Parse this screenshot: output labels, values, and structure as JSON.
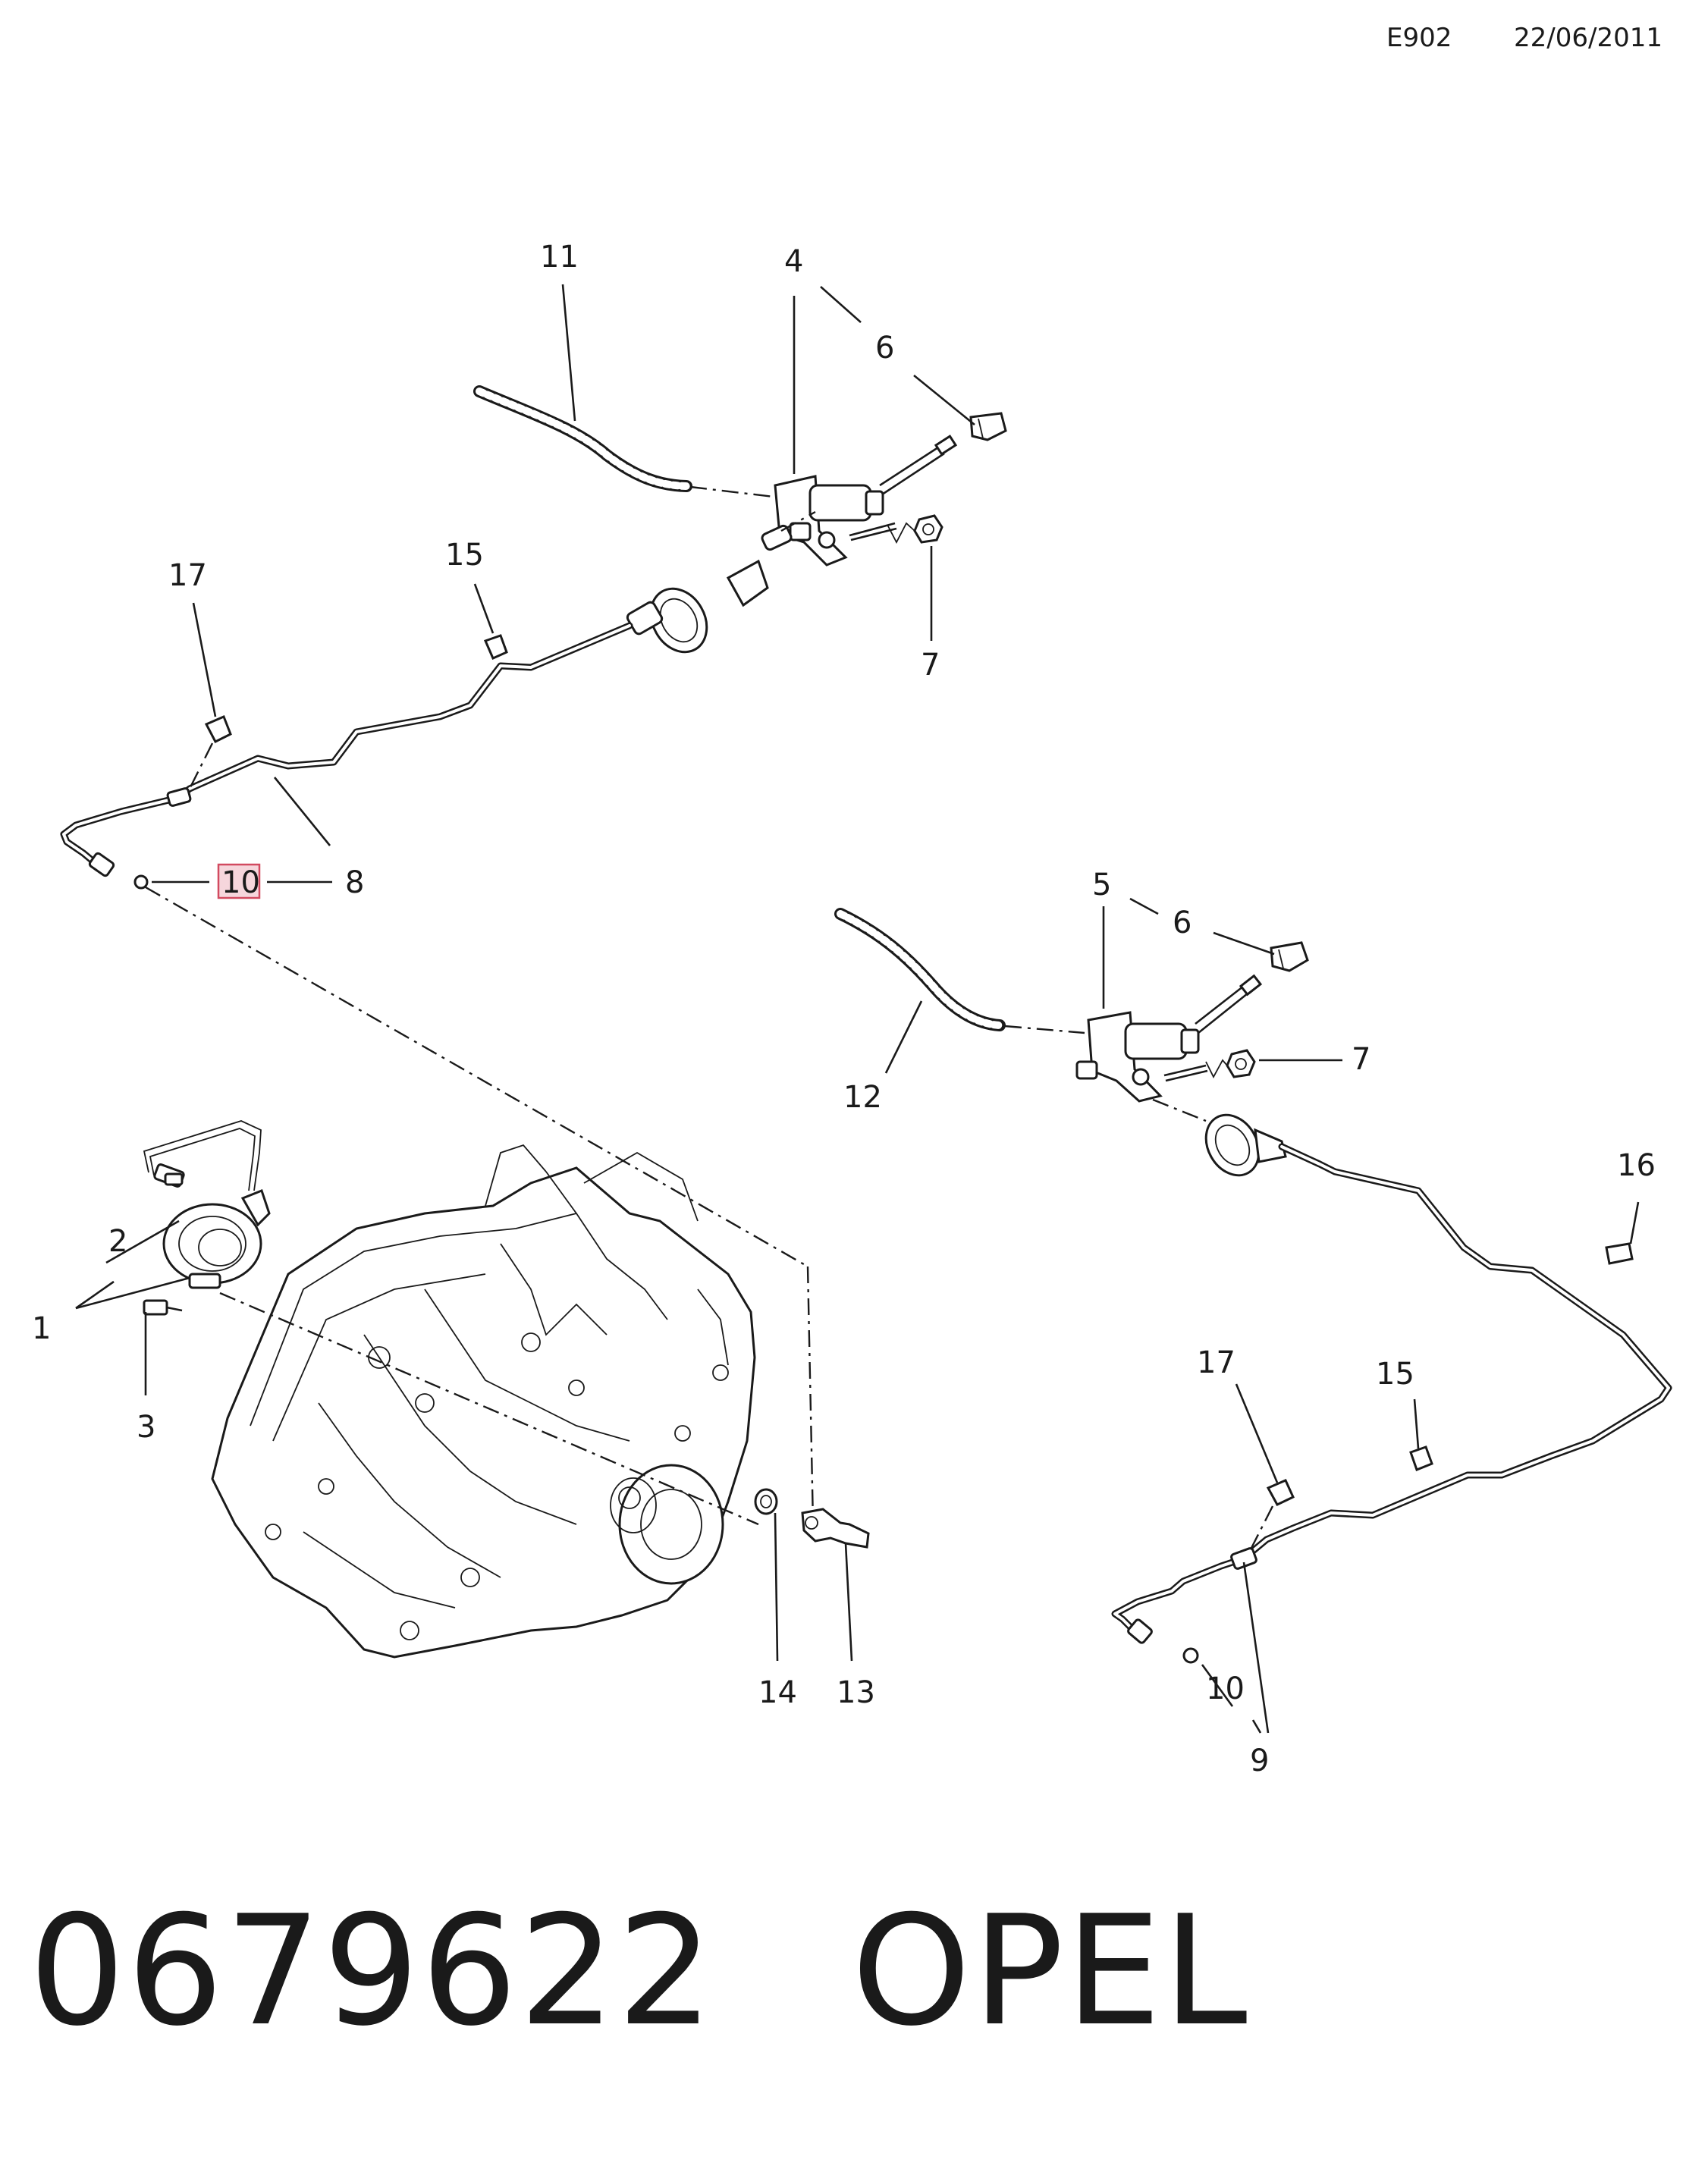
{
  "header": {
    "code": "E902",
    "date": "22/06/2011"
  },
  "footer": {
    "part_number": "0679622",
    "brand": "OPEL"
  },
  "callouts": [
    {
      "id": "c11a",
      "text": "11"
    },
    {
      "id": "c4",
      "text": "4"
    },
    {
      "id": "c6a",
      "text": "6"
    },
    {
      "id": "c17a",
      "text": "17"
    },
    {
      "id": "c15a",
      "text": "15"
    },
    {
      "id": "c7a",
      "text": "7"
    },
    {
      "id": "c10a",
      "text": "10",
      "highlighted": true
    },
    {
      "id": "c8",
      "text": "8"
    },
    {
      "id": "c5",
      "text": "5"
    },
    {
      "id": "c6b",
      "text": "6"
    },
    {
      "id": "c7b",
      "text": "7"
    },
    {
      "id": "c12",
      "text": "12"
    },
    {
      "id": "c16",
      "text": "16"
    },
    {
      "id": "c2",
      "text": "2"
    },
    {
      "id": "c1",
      "text": "1"
    },
    {
      "id": "c3",
      "text": "3"
    },
    {
      "id": "c17b",
      "text": "17"
    },
    {
      "id": "c15b",
      "text": "15"
    },
    {
      "id": "c14",
      "text": "14"
    },
    {
      "id": "c13",
      "text": "13"
    },
    {
      "id": "c10b",
      "text": "10"
    },
    {
      "id": "c9",
      "text": "9"
    }
  ],
  "colors": {
    "line": "#1a1a1a",
    "highlight_fill": "#f6d6dc",
    "highlight_stroke": "#d24a60"
  }
}
